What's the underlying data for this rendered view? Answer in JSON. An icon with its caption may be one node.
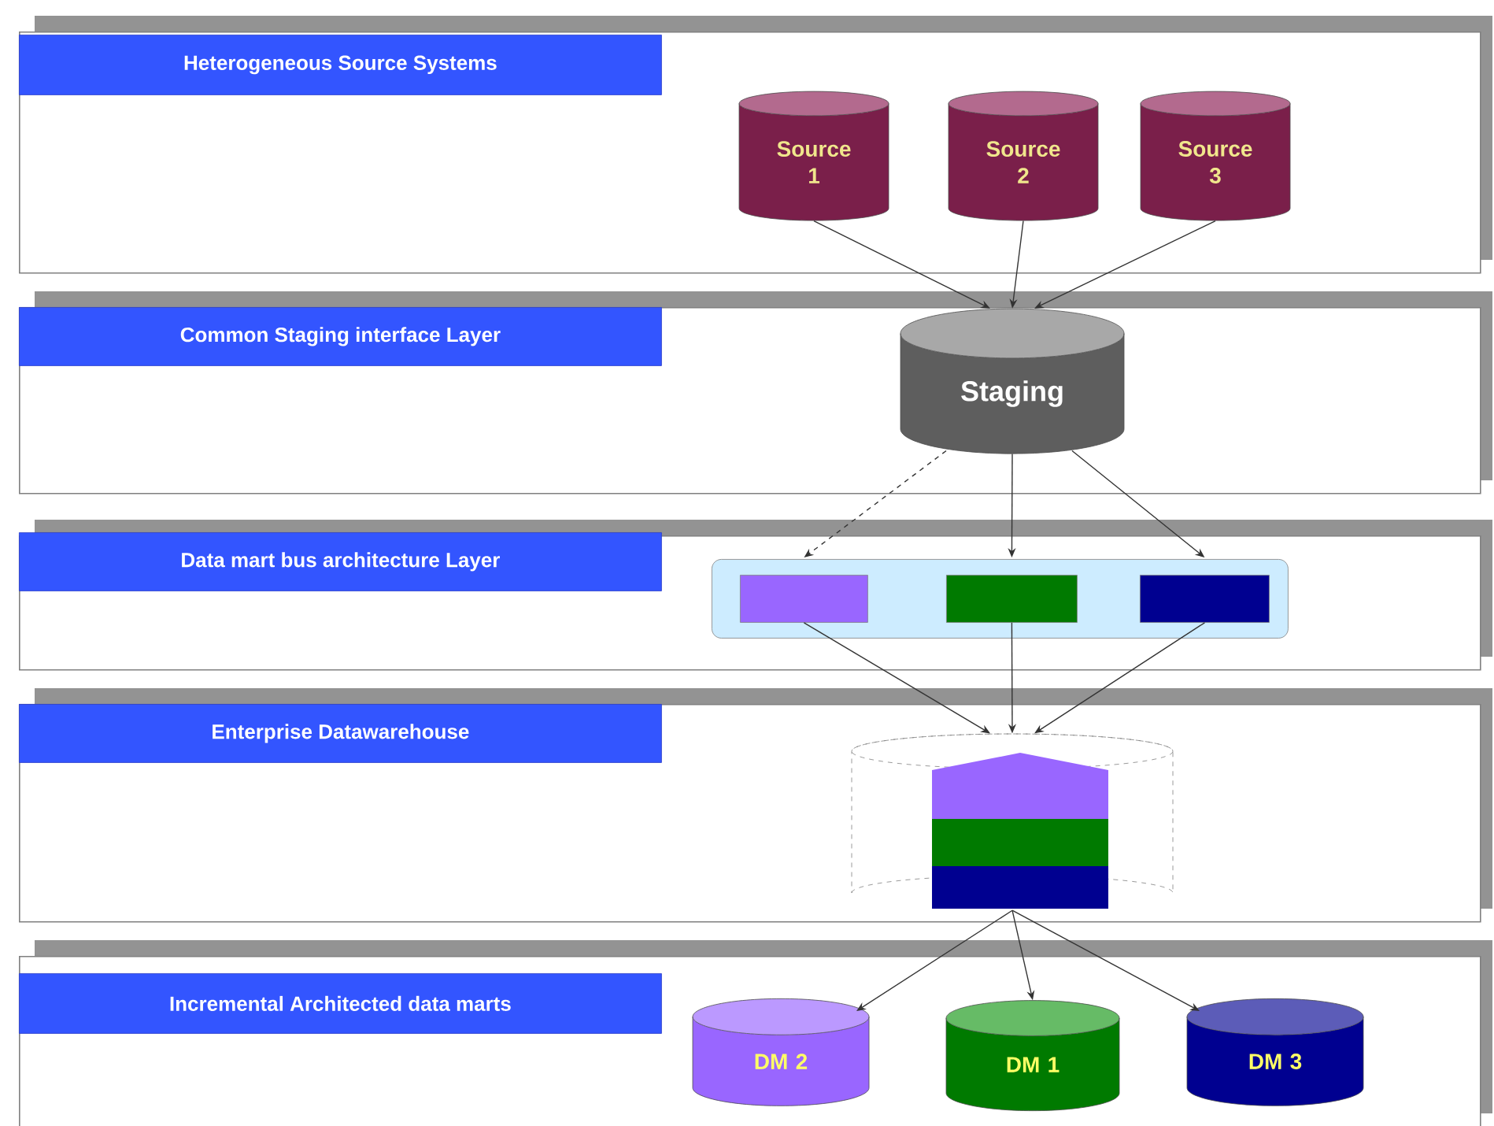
{
  "diagram": {
    "nodes": [
      {
        "text": [
          "Heterogeneous Source Systems"
        ]
      },
      {
        "text": [
          "Source 1"
        ],
        "in": 0
      },
      {
        "text": [
          "Source 2"
        ],
        "in": 0
      },
      {
        "text": [
          "Source 3"
        ],
        "in": 0
      },
      {
        "text": [
          "Common Staging interface Layer"
        ]
      },
      {
        "text": [
          "Staging"
        ],
        "in": 4
      },
      {
        "text": [
          "Data mart bus architecture Layer"
        ]
      },
      {
        "text": [],
        "shape": "box",
        "in": 6
      },
      {
        "text": [],
        "shape": "box",
        "in": 7
      },
      {
        "text": [],
        "shape": "box",
        "in": 7
      },
      {
        "text": [],
        "shape": "box",
        "in": 7
      },
      {
        "text": [
          "Enterprise Datawarehouse"
        ]
      },
      {
        "text": [],
        "shape": "cylinder",
        "in": 11
      },
      {
        "text": [
          "Incremental Architected data marts"
        ]
      },
      {
        "text": [
          "DM 2"
        ],
        "in": 13
      },
      {
        "text": [
          "DM 1"
        ],
        "in": 13
      },
      {
        "text": [
          "DM 3"
        ],
        "in": 13
      }
    ],
    "edges": [
      {
        "from": 1,
        "to": 5,
        "arrow": "to"
      },
      {
        "from": 2,
        "to": 5,
        "arrow": "to"
      },
      {
        "from": 3,
        "to": 5,
        "arrow": "to"
      },
      {
        "from": 5,
        "to": 8,
        "arrow": "to",
        "style": "dashed"
      },
      {
        "from": 5,
        "to": 9,
        "arrow": "to"
      },
      {
        "from": 5,
        "to": 10,
        "arrow": "to"
      },
      {
        "from": 8,
        "to": 12,
        "arrow": "to"
      },
      {
        "from": 9,
        "to": 12,
        "arrow": "to"
      },
      {
        "from": 10,
        "to": 12,
        "arrow": "to"
      },
      {
        "from": 12,
        "to": 14,
        "arrow": "to"
      },
      {
        "from": 12,
        "to": 15,
        "arrow": "to"
      },
      {
        "from": 12,
        "to": 16,
        "arrow": "to"
      }
    ]
  }
}
